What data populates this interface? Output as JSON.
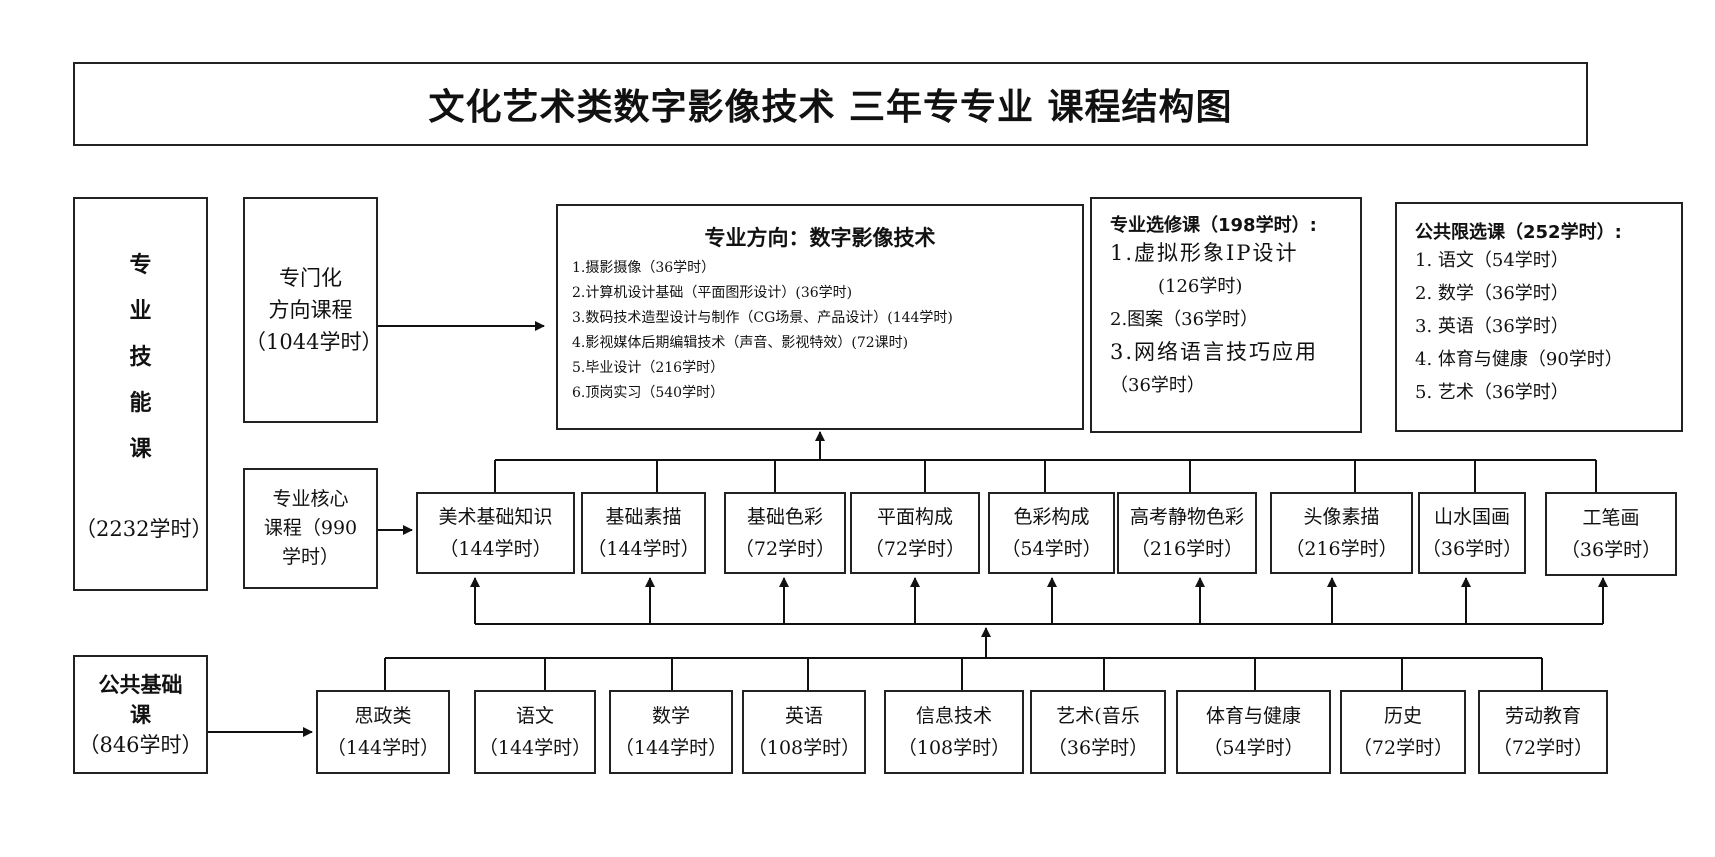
{
  "title": "文化艺术类数字影像技术 三年专专业 课程结构图",
  "skill_course": {
    "chars": [
      "专",
      "业",
      "技",
      "能",
      "课"
    ],
    "hours": "（2232学时）"
  },
  "specialized": {
    "line1": "专门化",
    "line2": "方向课程",
    "line3": "（1044学时）"
  },
  "direction": {
    "heading": "专业方向：数字影像技术",
    "items": [
      "1.摄影摄像（36学时）",
      "2.计算机设计基础（平面图形设计）(36学时)",
      "3.数码技术造型设计与制作（CG场景、产品设计）(144学时)",
      "4.影视媒体后期编辑技术（声音、影视特效）(72课时)",
      "5.毕业设计（216学时）",
      "6.顶岗实习（540学时）"
    ]
  },
  "elective": {
    "heading": "专业选修课（198学时）:",
    "line1": "1.虚拟形象IP设计",
    "line2": "(126学时)",
    "line3": "2.图案（36学时）",
    "line4": "3.网络语言技巧应用",
    "line5": "（36学时）"
  },
  "public_elective": {
    "heading": "公共限选课（252学时）:",
    "items": [
      "1.  语文（54学时）",
      "2.  数学（36学时）",
      "3.  英语（36学时）",
      "4.  体育与健康（90学时）",
      "5.  艺术（36学时）"
    ]
  },
  "core": {
    "line1": "专业核心",
    "line2": "课程（990",
    "line3": "学时）"
  },
  "core_courses": [
    {
      "name": "美术基础知识",
      "hours": "（144学时）"
    },
    {
      "name": "基础素描",
      "hours": "（144学时）"
    },
    {
      "name": "基础色彩",
      "hours": "（72学时）"
    },
    {
      "name": "平面构成",
      "hours": "（72学时）"
    },
    {
      "name": "色彩构成",
      "hours": "（54学时）"
    },
    {
      "name": "高考静物色彩",
      "hours": "（216学时）"
    },
    {
      "name": "头像素描",
      "hours": "（216学时）"
    },
    {
      "name": "山水国画",
      "hours": "（36学时）"
    },
    {
      "name": "工笔画",
      "hours": "（36学时）"
    }
  ],
  "public_basic": {
    "line1": "公共基础",
    "line2": "课",
    "line3": "（846学时）"
  },
  "basic_courses": [
    {
      "name": "思政类",
      "hours": "（144学时）"
    },
    {
      "name": "语文",
      "hours": "（144学时）"
    },
    {
      "name": "数学",
      "hours": "（144学时）"
    },
    {
      "name": "英语",
      "hours": "（108学时）"
    },
    {
      "name": "信息技术",
      "hours": "（108学时）"
    },
    {
      "name": "艺术(音乐",
      "hours": "（36学时）"
    },
    {
      "name": "体育与健康",
      "hours": "（54学时）"
    },
    {
      "name": "历史",
      "hours": "（72学时）"
    },
    {
      "name": "劳动教育",
      "hours": "（72学时）"
    }
  ]
}
